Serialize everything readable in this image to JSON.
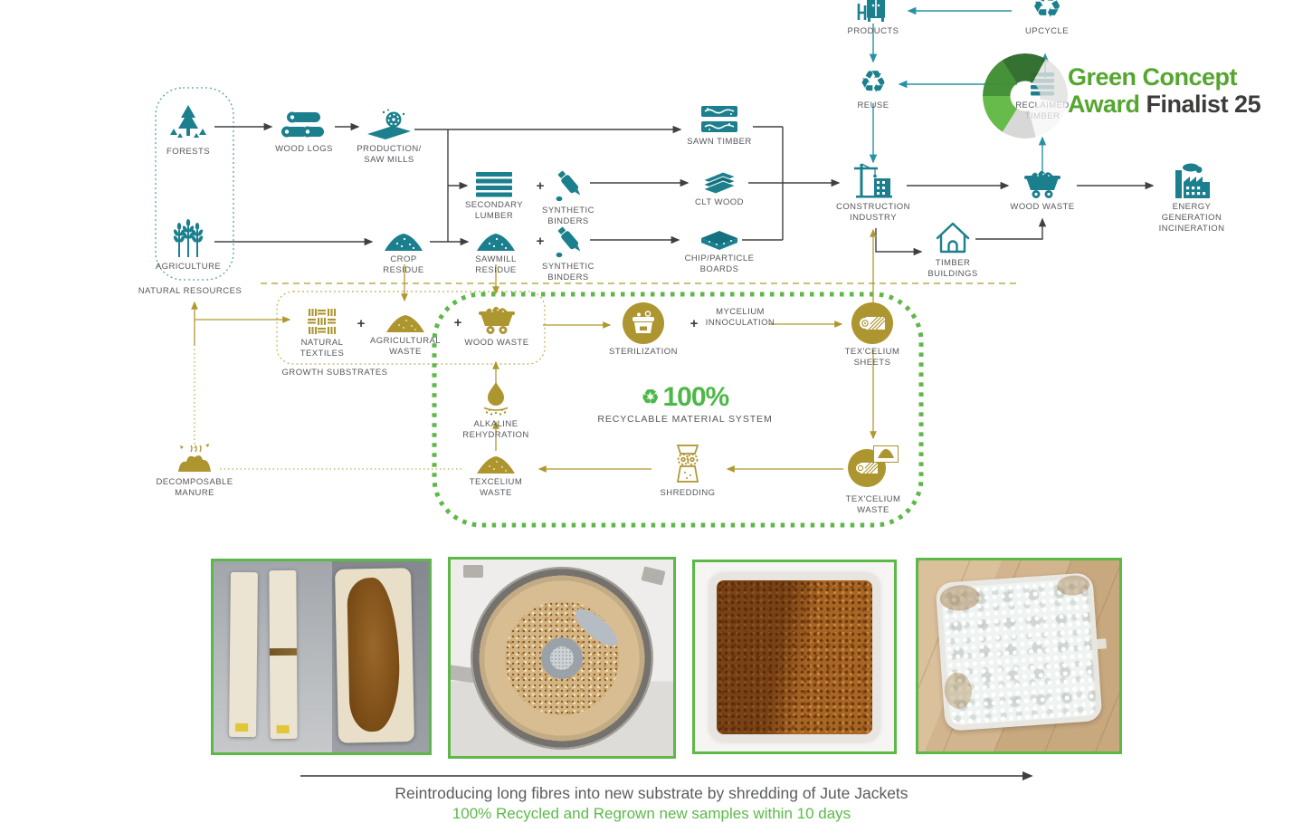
{
  "plus": "+",
  "icons": {
    "recycle": "♻"
  },
  "colors": {
    "teal": "#1b7f8d",
    "gold": "#ad9530",
    "green": "#5cb947",
    "label": "#55575c",
    "logo_green": "#55a62f",
    "logo_dark": "#3c3c3b"
  },
  "logo": {
    "line1": "Green Concept",
    "award": "Award",
    "finalist": "Finalist 25"
  },
  "nodes": {
    "forests": "FORESTS",
    "agriculture": "AGRICULTURE",
    "natural_resources": "NATURAL RESOURCES",
    "wood_logs": "WOOD LOGS",
    "production_saw_mills": "PRODUCTION/\nSAW MILLS",
    "secondary_lumber": "SECONDARY\nLUMBER",
    "synthetic_binders": "SYNTHETIC\nBINDERS",
    "sawn_timber": "SAWN TIMBER",
    "clt_wood": "CLT WOOD",
    "chip_particle_boards": "CHIP/PARTICLE\nBOARDS",
    "crop_residue": "CROP\nRESIDUE",
    "sawmill_residue": "SAWMILL\nRESIDUE",
    "products": "PRODUCTS",
    "upcycle": "UPCYCLE",
    "reuse": "REUSE",
    "reclaimed_timber": "RECLAIMED\nTIMBER",
    "construction_industry": "CONSTRUCTION\nINDUSTRY",
    "wood_waste": "WOOD WASTE",
    "energy_generation": "ENERGY GENERATION\nINCINERATION",
    "timber_buildings": "TIMBER\nBUILDINGS",
    "natural_textiles": "NATURAL\nTEXTILES",
    "agricultural_waste": "AGRICULTURAL\nWASTE",
    "growth_substrates": "GROWTH SUBSTRATES",
    "sterilization": "STERILIZATION",
    "mycelium_innoculation": "MYCELIUM\nINNOCULATION",
    "texcelium_sheets": "TEX'CELIUM\nSHEETS",
    "alkaline_rehydration": "ALKALINE\nREHYDRATION",
    "texcelium_waste": "TEXCELIUM\nWASTE",
    "shredding": "SHREDDING",
    "texcelium_waste_r": "TEX'CELIUM\nWASTE",
    "decomposable_manure": "DECOMPOSABLE\nMANURE"
  },
  "badge": {
    "recycle_icon": "♻",
    "percent": "100%",
    "label": "RECYCLABLE MATERIAL SYSTEM"
  },
  "captions": {
    "line1": "Reintroducing long fibres into new substrate by shredding of Jute Jackets",
    "line2": "100% Recycled and Regrown new samples within 10 days"
  },
  "photos": [
    {
      "name": "jute-jacket-samples"
    },
    {
      "name": "shredded-fibres-in-food-processor"
    },
    {
      "name": "shredded-substrate-tray"
    },
    {
      "name": "regrown-mycelium-sample-tray"
    }
  ]
}
